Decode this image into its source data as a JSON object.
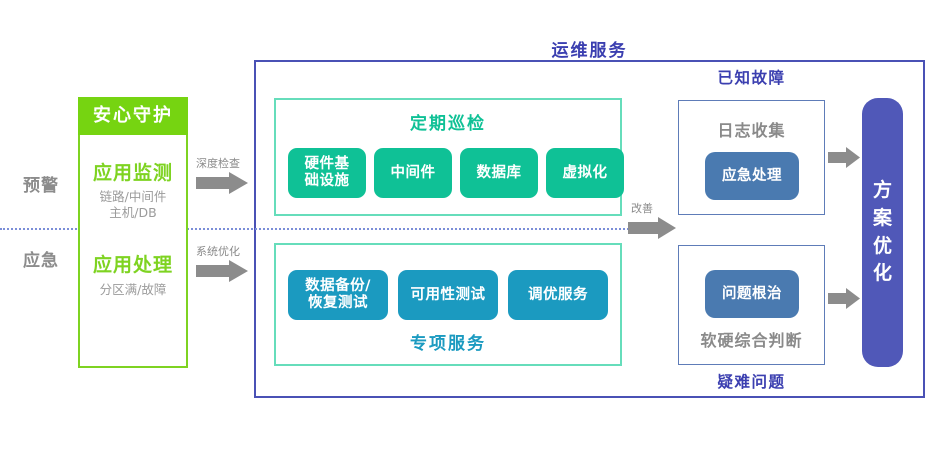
{
  "diagram": {
    "title": "运维服务",
    "stages": [
      {
        "label": "预警"
      },
      {
        "label": "应急"
      }
    ],
    "left_column": {
      "header": "安心守护",
      "rows": [
        {
          "title": "应用监测",
          "sub_line1": "链路/中间件",
          "sub_line2": "主机/DB"
        },
        {
          "title": "应用处理",
          "sub_line1": "分区满/故障",
          "sub_line2": ""
        }
      ]
    },
    "connectors": [
      {
        "label": "深度检查",
        "icon": "right-arrow-icon"
      },
      {
        "label": "系统优化",
        "icon": "right-arrow-icon"
      },
      {
        "label": "改善",
        "icon": "right-arrow-icon"
      },
      {
        "label": "",
        "icon": "right-arrow-icon"
      },
      {
        "label": "",
        "icon": "right-arrow-icon"
      }
    ],
    "inspection_panel": {
      "title": "定期巡检",
      "items": [
        {
          "label": "硬件基\n础设施",
          "line1": "硬件基",
          "line2": "础设施"
        },
        {
          "label": "中间件",
          "line1": "中间件",
          "line2": ""
        },
        {
          "label": "数据库",
          "line1": "数据库",
          "line2": ""
        },
        {
          "label": "虚拟化",
          "line1": "虚拟化",
          "line2": ""
        }
      ]
    },
    "special_panel": {
      "title": "专项服务",
      "items": [
        {
          "line1": "数据备份/",
          "line2": "恢复测试"
        },
        {
          "line1": "可用性测试",
          "line2": ""
        },
        {
          "line1": "调优服务",
          "line2": ""
        }
      ]
    },
    "known_fault": {
      "title": "已知故障",
      "caption": "日志收集",
      "action": "应急处理"
    },
    "hard_problem": {
      "title": "疑难问题",
      "caption": "软硬综合判断",
      "action": "问题根治"
    },
    "outcome": {
      "chars": [
        "方",
        "案",
        "优",
        "化"
      ]
    },
    "colors": {
      "lime": "#7ED321",
      "lime_header": "#76D411",
      "teal": "#0FC196",
      "teal_border": "#66DDBB",
      "blue": "#1B9AC0",
      "slate": "#4A7AB0",
      "purple": "#4A51B5",
      "purple_bar": "#5058B8",
      "grey_text": "#9b9b9b",
      "arrow_grey": "#8c8c8c"
    }
  }
}
